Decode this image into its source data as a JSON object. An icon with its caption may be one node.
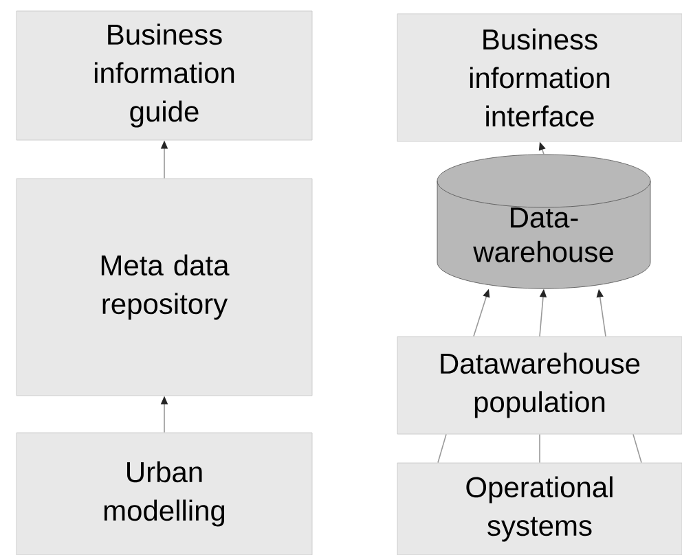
{
  "diagram": {
    "nodes": [
      {
        "text": [
          "Business information guide"
        ]
      },
      {
        "text": [
          "Meta data repository"
        ]
      },
      {
        "text": [
          "Urban modelling"
        ]
      },
      {
        "text": [
          "Business information interface"
        ]
      },
      {
        "text": [
          "Data-warehouse"
        ]
      },
      {
        "text": [
          "Datawarehouse population"
        ]
      },
      {
        "text": [
          "Operational systems"
        ]
      }
    ],
    "edges": [
      {
        "from": 1,
        "to": 0,
        "arrow": "to"
      },
      {
        "from": 2,
        "to": 1,
        "arrow": "to"
      },
      {
        "from": 4,
        "to": 3,
        "arrow": "to"
      },
      {
        "from": 5,
        "to": 4,
        "arrow": "to"
      },
      {
        "from": 5,
        "to": 4,
        "arrow": "to"
      },
      {
        "from": 5,
        "to": 4,
        "arrow": "to"
      },
      {
        "from": 6,
        "to": 5,
        "arrow": "none"
      },
      {
        "from": 6,
        "to": 5,
        "arrow": "none"
      },
      {
        "from": 6,
        "to": 5,
        "arrow": "none"
      }
    ]
  }
}
